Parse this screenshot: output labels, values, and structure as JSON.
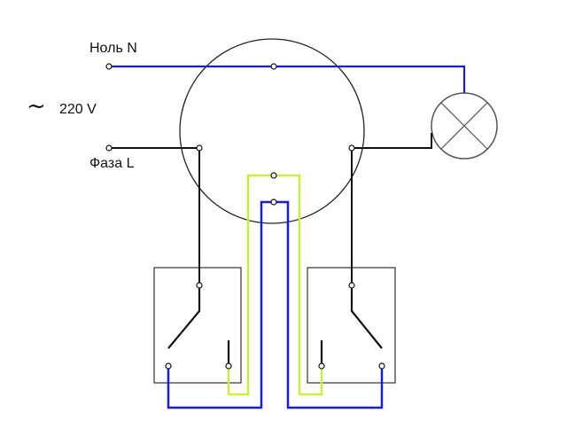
{
  "labels": {
    "neutral": "Ноль N",
    "phase": "Фаза L",
    "voltage": "220 V",
    "ac_symbol": "~"
  },
  "colors": {
    "neutral_wire": "#1a1ae6",
    "phase_wire": "#111111",
    "traveler_wire": "#c8f03c",
    "outline": "#222222",
    "lamp": "#555555",
    "background": "#ffffff"
  },
  "components": {
    "junction_box": "circle",
    "lamp": "lamp-icon",
    "switches": [
      "switch-left",
      "switch-right"
    ]
  }
}
